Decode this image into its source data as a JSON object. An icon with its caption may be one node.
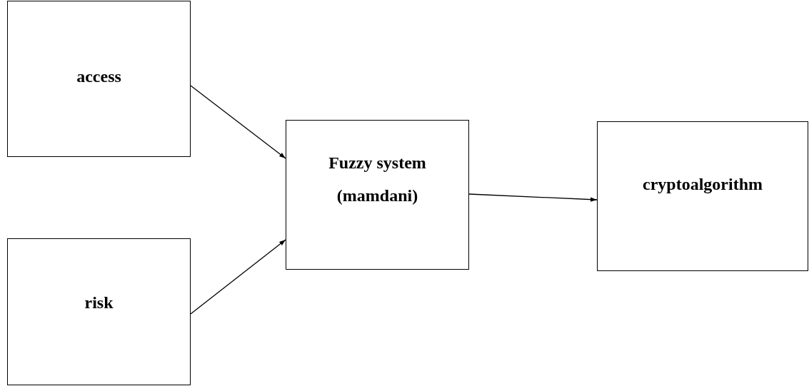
{
  "diagram": {
    "nodes": [
      {
        "text": [
          "access"
        ]
      },
      {
        "text": [
          "risk"
        ]
      },
      {
        "text": [
          "Fuzzy system (mamdani)"
        ]
      },
      {
        "text": [
          "cryptoalgorithm"
        ]
      }
    ],
    "edges": [
      {
        "from": 0,
        "to": 2,
        "arrow": "to"
      },
      {
        "from": 1,
        "to": 2,
        "arrow": "to"
      },
      {
        "from": 2,
        "to": 3,
        "arrow": "to"
      }
    ]
  }
}
